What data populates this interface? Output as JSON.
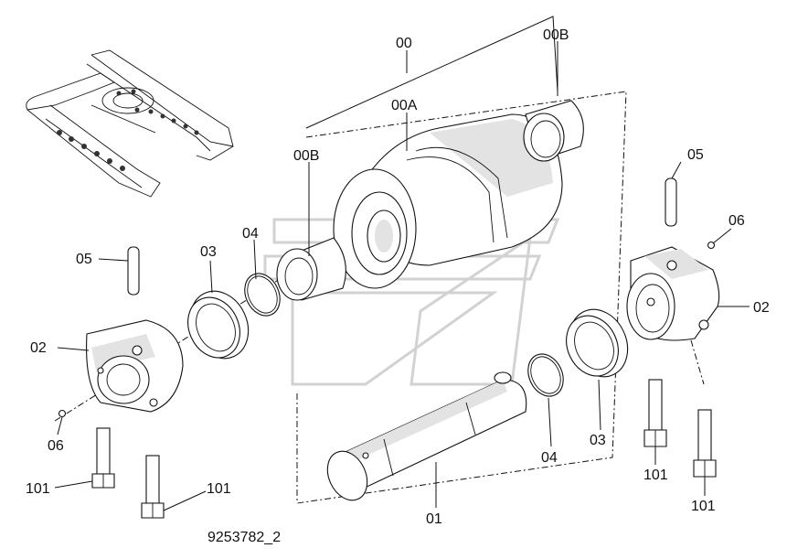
{
  "diagram": {
    "document_number": "9253782_2",
    "callouts": {
      "c00": "00",
      "c00A": "00A",
      "c00B_top": "00B",
      "c00B_left": "00B",
      "c01": "01",
      "c02_left": "02",
      "c02_right": "02",
      "c03_left": "03",
      "c03_right": "03",
      "c04_left": "04",
      "c04_right": "04",
      "c05_left": "05",
      "c05_right": "05",
      "c06_left": "06",
      "c06_right": "06",
      "c101_a": "101",
      "c101_b": "101",
      "c101_c": "101",
      "c101_d": "101"
    }
  }
}
